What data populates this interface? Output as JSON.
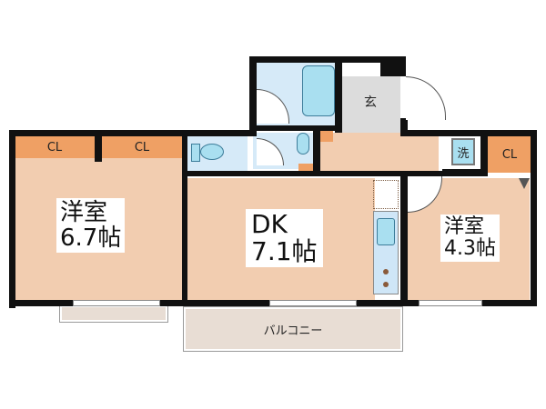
{
  "floor_plan": {
    "rooms": [
      {
        "id": "western-room-1",
        "name": "洋室",
        "size": "6.7帖"
      },
      {
        "id": "dining-kitchen",
        "name": "DK",
        "size": "7.1帖"
      },
      {
        "id": "western-room-2",
        "name": "洋室",
        "size": "4.3帖"
      }
    ],
    "closets": [
      {
        "label": "CL"
      },
      {
        "label": "CL"
      },
      {
        "label": "CL"
      }
    ],
    "entrance": {
      "label": "玄"
    },
    "washer": {
      "label": "洗"
    },
    "balcony": {
      "label": "バルコニー"
    },
    "colors": {
      "wall": "#111111",
      "room_floor": "#f2cdb0",
      "closet": "#efa064",
      "wet_area": "#d6eaf8",
      "fixture": "#a9dff0",
      "entrance_floor": "#dcdcdc",
      "balcony": "#e8ddd4"
    }
  }
}
